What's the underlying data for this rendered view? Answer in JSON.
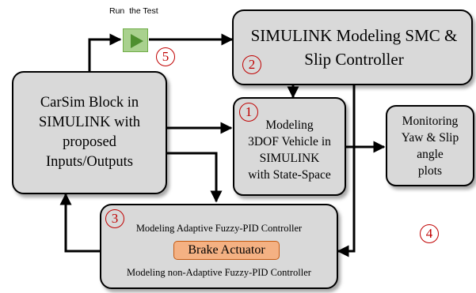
{
  "run_label": "Run  the Test",
  "boxes": {
    "simulink_smc": "SIMULINK Modeling SMC &\nSlip Controller",
    "carsim": "CarSim Block in\nSIMULINK with\nproposed\nInputs/Outputs",
    "vehicle": "Modeling\n3DOF Vehicle in\nSIMULINK\nwith State-Space",
    "monitoring": "Monitoring\nYaw & Slip\nangle\nplots",
    "controller_adaptive": "Modeling Adaptive Fuzzy-PID Controller",
    "brake": "Brake Actuator",
    "controller_nonadaptive": "Modeling non-Adaptive Fuzzy-PID Controller"
  },
  "numbers": {
    "n1": "1",
    "n2": "2",
    "n3": "3",
    "n4": "4",
    "n5": "5"
  },
  "colors": {
    "box_fill": "#d9d9d9",
    "run_button": "#70ad47",
    "brake_fill": "#f4b183",
    "number_red": "#c00000"
  }
}
